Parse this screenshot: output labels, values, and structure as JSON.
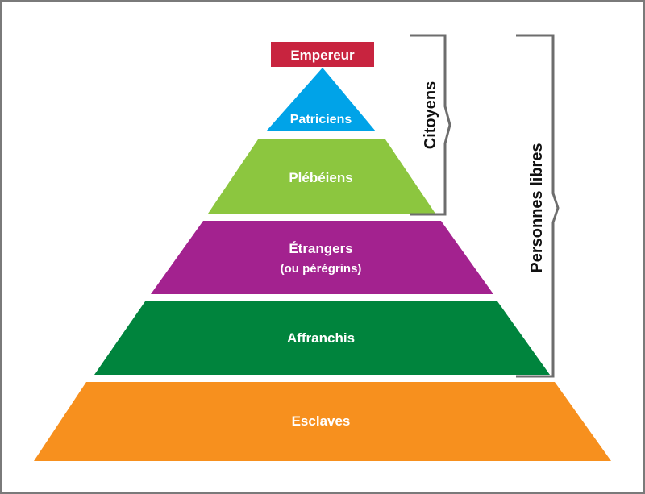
{
  "diagram": {
    "emperor": {
      "label": "Empereur",
      "color": "#c8243f"
    },
    "levels": [
      {
        "label": "Patriciens",
        "color": "#00a3e8"
      },
      {
        "label": "Plébéiens",
        "color": "#8cc63f"
      },
      {
        "label": "Étrangers",
        "sublabel": "(ou pérégrins)",
        "color": "#a3228f"
      },
      {
        "label": "Affranchis",
        "color": "#00843d"
      },
      {
        "label": "Esclaves",
        "color": "#f7901e"
      }
    ],
    "brackets": {
      "citoyens": "Citoyens",
      "personnes_libres": "Personnes libres"
    },
    "bracket_color": "#6d6d6d"
  }
}
